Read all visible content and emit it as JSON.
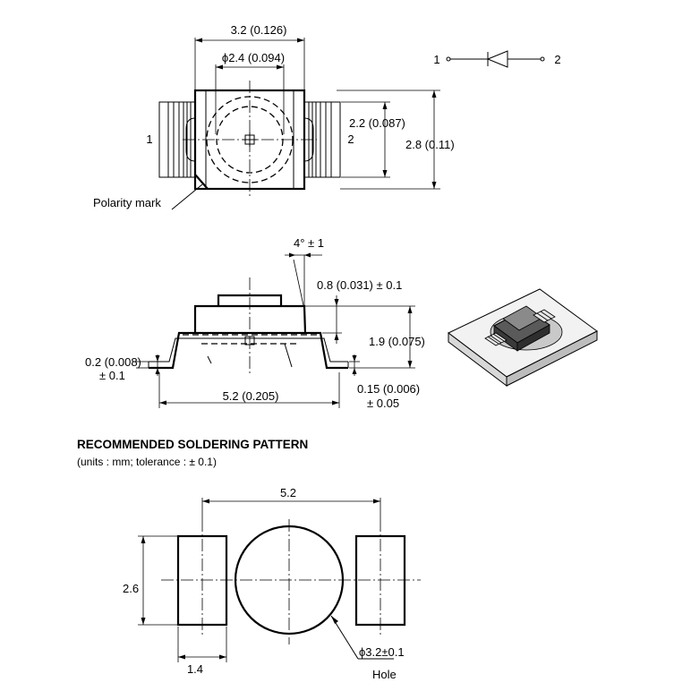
{
  "top_view": {
    "dim_width": "3.2 (0.126)",
    "dim_lens": "ϕ2.4 (0.094)",
    "dim_height_inner": "2.2 (0.087)",
    "dim_height_outer": "2.8 (0.11)",
    "pin_left": "1",
    "pin_right": "2",
    "polarity_label": "Polarity mark"
  },
  "symbol": {
    "pin_1": "1",
    "pin_2": "2"
  },
  "side_view": {
    "angle": "4° ± 1",
    "dim_top_step": "0.8 (0.031) ± 0.1",
    "dim_height": "1.9 (0.075)",
    "dim_lead_thk_line1": "0.2 (0.008)",
    "dim_lead_thk_line2": "± 0.1",
    "dim_standoff_line1": "0.15 (0.006)",
    "dim_standoff_line2": "± 0.05",
    "dim_length": "5.2 (0.205)"
  },
  "soldering": {
    "title": "RECOMMENDED SOLDERING PATTERN",
    "subtitle": "(units : mm; tolerance : ± 0.1)",
    "dim_span": "5.2",
    "dim_height": "2.6",
    "dim_pad_width": "1.4",
    "dim_hole": "ϕ3.2±0.1",
    "hole_label": "Hole"
  }
}
